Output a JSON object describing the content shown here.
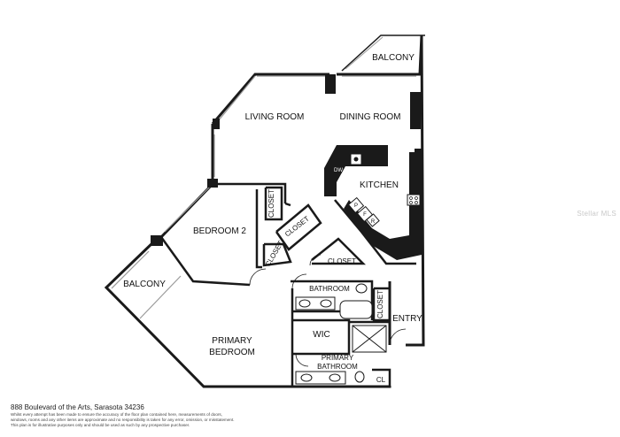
{
  "rooms": {
    "balcony_top": "BALCONY",
    "living_room": "LIVING ROOM",
    "dining_room": "DINING ROOM",
    "kitchen": "KITCHEN",
    "bedroom_2": "BEDROOM 2",
    "balcony_left": "BALCONY",
    "closet_a": "CLOSET",
    "closet_b": "CLOSET",
    "closet_c": "CLOSET",
    "closet_d": "CLOSET",
    "closet_e": "CLOSET",
    "bathroom": "BATHROOM",
    "wic": "WIC",
    "entry": "ENTRY",
    "primary_bedroom_line1": "PRIMARY",
    "primary_bedroom_line2": "BEDROOM",
    "primary_bathroom_line1": "PRIMARY",
    "primary_bathroom_line2": "BATHROOM",
    "cl": "CL"
  },
  "appliances": {
    "dw": "DW",
    "p": "P",
    "f": "F",
    "r": "R"
  },
  "footer": {
    "address": "888 Boulevard of the Arts, Sarasota 34236",
    "disclaimer_1": "Whilst every attempt has been made to ensure the accuracy of the floor plan contained here, measurements of doors,",
    "disclaimer_2": "windows, rooms and any other items are approximate and no responsibility is taken for any error, omission, or misstatement.",
    "disclaimer_3": "This plan is for illustrative purposes only and should be used as such by any prospective purchaser."
  },
  "watermark": "Stellar MLS"
}
